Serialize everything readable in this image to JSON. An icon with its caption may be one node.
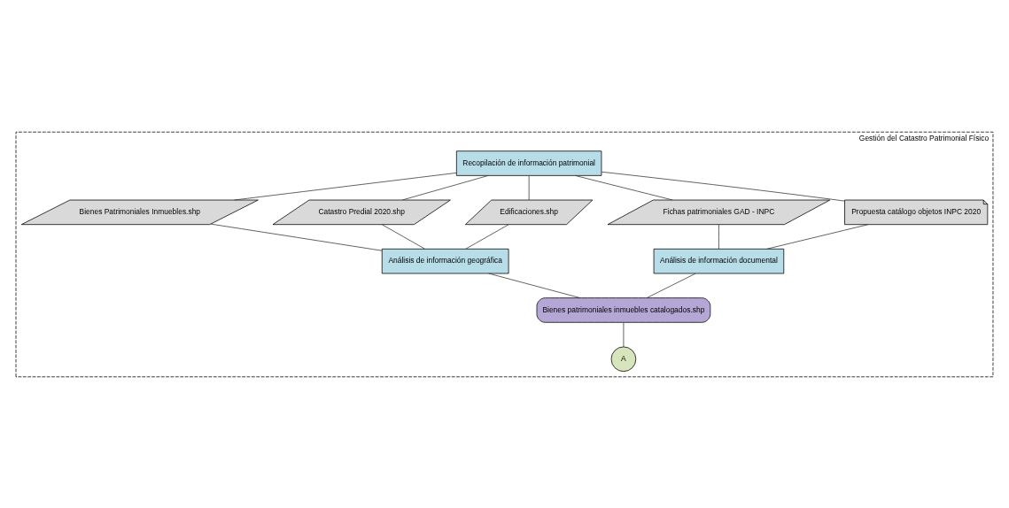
{
  "diagram": {
    "nodes": [
      {
        "text": [
          "Gestión del Catastro Patrimonial Físico"
        ]
      },
      {
        "text": [
          "Recopilación de información patrimonial"
        ],
        "in": 0
      },
      {
        "text": [
          "Bienes Patrimoniales Inmuebles.shp"
        ],
        "in": 0
      },
      {
        "text": [
          "Catastro Predial 2020.shp"
        ],
        "in": 0
      },
      {
        "text": [
          "Edificaciones.shp"
        ],
        "in": 0
      },
      {
        "text": [
          "Fichas patrimoniales GAD - INPC"
        ],
        "in": 0
      },
      {
        "text": [
          "Propuesta catálogo objetos INPC 2020"
        ],
        "in": 0
      },
      {
        "text": [
          "Análisis de información geográfica"
        ],
        "in": 0
      },
      {
        "text": [
          "Análisis de información documental"
        ],
        "in": 0
      },
      {
        "text": [
          "Bienes patrimoniales inmuebles catalogados.shp"
        ],
        "in": 0
      },
      {
        "text": [
          "A"
        ],
        "in": 0
      }
    ],
    "edges": [
      {
        "from": 1,
        "to": 2,
        "arrow": "none"
      },
      {
        "from": 1,
        "to": 3,
        "arrow": "none"
      },
      {
        "from": 1,
        "to": 4,
        "arrow": "none"
      },
      {
        "from": 1,
        "to": 5,
        "arrow": "none"
      },
      {
        "from": 1,
        "to": 6,
        "arrow": "none"
      },
      {
        "from": 2,
        "to": 7,
        "arrow": "none"
      },
      {
        "from": 3,
        "to": 7,
        "arrow": "none"
      },
      {
        "from": 4,
        "to": 7,
        "arrow": "none"
      },
      {
        "from": 5,
        "to": 8,
        "arrow": "none"
      },
      {
        "from": 6,
        "to": 8,
        "arrow": "none"
      },
      {
        "from": 7,
        "to": 9,
        "arrow": "none"
      },
      {
        "from": 8,
        "to": 9,
        "arrow": "none"
      },
      {
        "from": 9,
        "to": 10,
        "arrow": "none"
      }
    ]
  }
}
